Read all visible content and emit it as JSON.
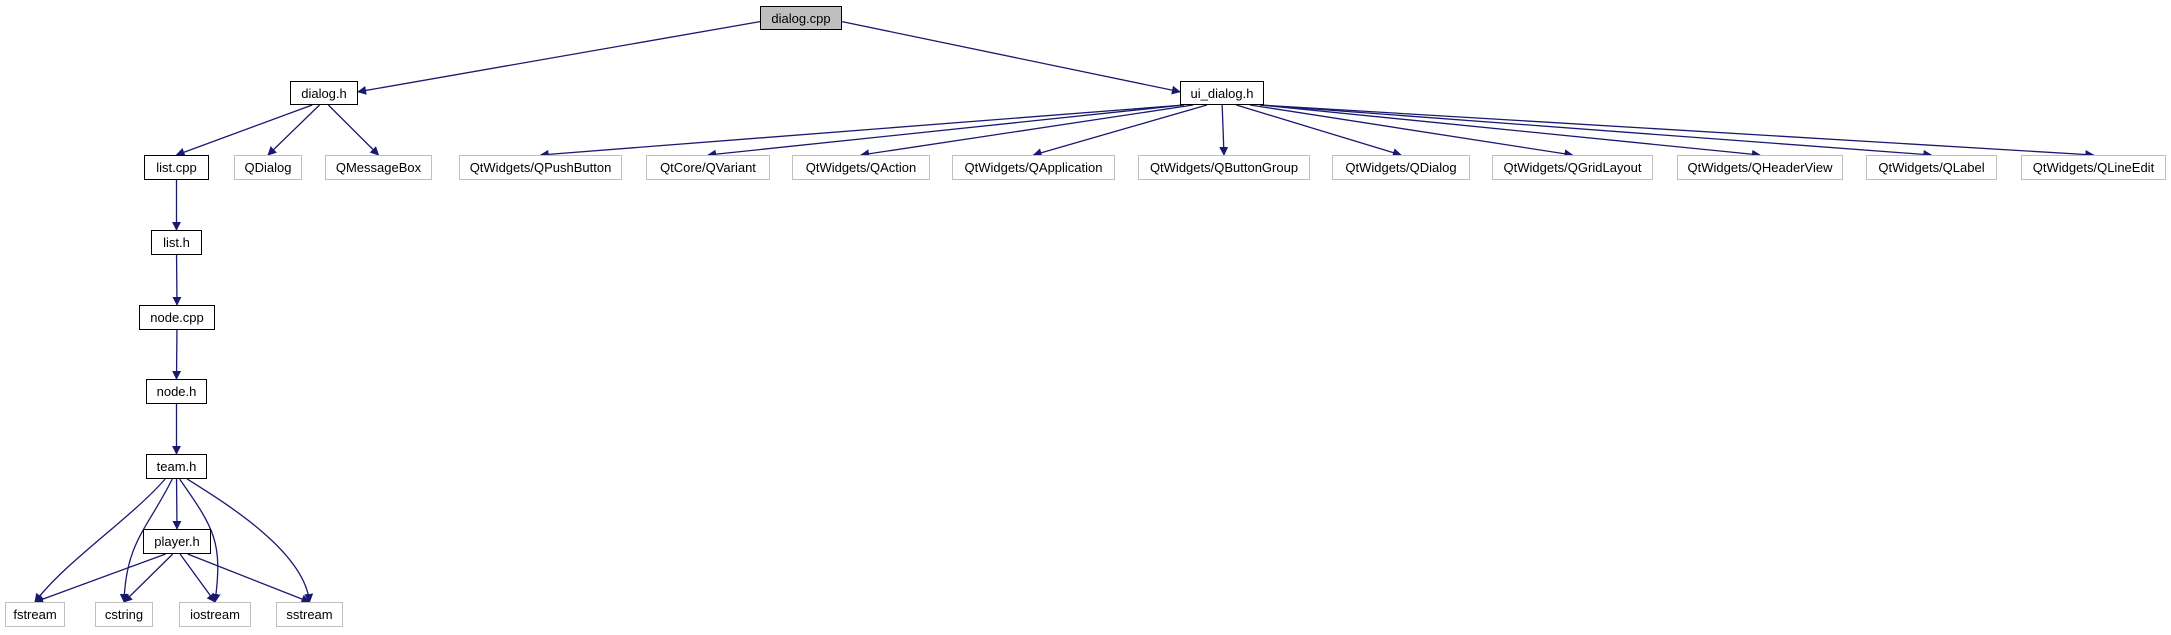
{
  "diagram": {
    "colors": {
      "edge": "#191970",
      "internal_border": "#000000",
      "external_border": "#bfbfbf",
      "root_fill": "#bfbfbf",
      "node_fill": "#ffffff"
    },
    "nodes": [
      {
        "id": "dialog-cpp",
        "label": "dialog.cpp",
        "kind": "root"
      },
      {
        "id": "dialog-h",
        "label": "dialog.h",
        "kind": "internal"
      },
      {
        "id": "ui-dialog-h",
        "label": "ui_dialog.h",
        "kind": "internal"
      },
      {
        "id": "list-cpp",
        "label": "list.cpp",
        "kind": "internal"
      },
      {
        "id": "qdialog",
        "label": "QDialog",
        "kind": "external"
      },
      {
        "id": "qmessagebox",
        "label": "QMessageBox",
        "kind": "external"
      },
      {
        "id": "qtwidgets-qpushbutton",
        "label": "QtWidgets/QPushButton",
        "kind": "external"
      },
      {
        "id": "qtcore-qvariant",
        "label": "QtCore/QVariant",
        "kind": "external"
      },
      {
        "id": "qtwidgets-qaction",
        "label": "QtWidgets/QAction",
        "kind": "external"
      },
      {
        "id": "qtwidgets-qapplication",
        "label": "QtWidgets/QApplication",
        "kind": "external"
      },
      {
        "id": "qtwidgets-qbuttongroup",
        "label": "QtWidgets/QButtonGroup",
        "kind": "external"
      },
      {
        "id": "qtwidgets-qdialog",
        "label": "QtWidgets/QDialog",
        "kind": "external"
      },
      {
        "id": "qtwidgets-qgridlayout",
        "label": "QtWidgets/QGridLayout",
        "kind": "external"
      },
      {
        "id": "qtwidgets-qheaderview",
        "label": "QtWidgets/QHeaderView",
        "kind": "external"
      },
      {
        "id": "qtwidgets-qlabel",
        "label": "QtWidgets/QLabel",
        "kind": "external"
      },
      {
        "id": "qtwidgets-qlineedit",
        "label": "QtWidgets/QLineEdit",
        "kind": "external"
      },
      {
        "id": "list-h",
        "label": "list.h",
        "kind": "internal"
      },
      {
        "id": "node-cpp",
        "label": "node.cpp",
        "kind": "internal"
      },
      {
        "id": "node-h",
        "label": "node.h",
        "kind": "internal"
      },
      {
        "id": "team-h",
        "label": "team.h",
        "kind": "internal"
      },
      {
        "id": "player-h",
        "label": "player.h",
        "kind": "internal"
      },
      {
        "id": "fstream",
        "label": "fstream",
        "kind": "external"
      },
      {
        "id": "cstring",
        "label": "cstring",
        "kind": "external"
      },
      {
        "id": "iostream",
        "label": "iostream",
        "kind": "external"
      },
      {
        "id": "sstream",
        "label": "sstream",
        "kind": "external"
      }
    ],
    "edges": [
      {
        "from": "dialog-cpp",
        "to": "dialog-h"
      },
      {
        "from": "dialog-cpp",
        "to": "ui-dialog-h"
      },
      {
        "from": "dialog-h",
        "to": "list-cpp"
      },
      {
        "from": "dialog-h",
        "to": "qdialog"
      },
      {
        "from": "dialog-h",
        "to": "qmessagebox"
      },
      {
        "from": "ui-dialog-h",
        "to": "qtwidgets-qpushbutton"
      },
      {
        "from": "ui-dialog-h",
        "to": "qtcore-qvariant"
      },
      {
        "from": "ui-dialog-h",
        "to": "qtwidgets-qaction"
      },
      {
        "from": "ui-dialog-h",
        "to": "qtwidgets-qapplication"
      },
      {
        "from": "ui-dialog-h",
        "to": "qtwidgets-qbuttongroup"
      },
      {
        "from": "ui-dialog-h",
        "to": "qtwidgets-qdialog"
      },
      {
        "from": "ui-dialog-h",
        "to": "qtwidgets-qgridlayout"
      },
      {
        "from": "ui-dialog-h",
        "to": "qtwidgets-qheaderview"
      },
      {
        "from": "ui-dialog-h",
        "to": "qtwidgets-qlabel"
      },
      {
        "from": "ui-dialog-h",
        "to": "qtwidgets-qlineedit"
      },
      {
        "from": "list-cpp",
        "to": "list-h"
      },
      {
        "from": "list-h",
        "to": "node-cpp"
      },
      {
        "from": "node-cpp",
        "to": "node-h"
      },
      {
        "from": "node-h",
        "to": "team-h"
      },
      {
        "from": "team-h",
        "to": "player-h"
      },
      {
        "from": "team-h",
        "to": "fstream"
      },
      {
        "from": "team-h",
        "to": "cstring"
      },
      {
        "from": "team-h",
        "to": "iostream"
      },
      {
        "from": "team-h",
        "to": "sstream"
      },
      {
        "from": "player-h",
        "to": "fstream"
      },
      {
        "from": "player-h",
        "to": "cstring"
      },
      {
        "from": "player-h",
        "to": "iostream"
      },
      {
        "from": "player-h",
        "to": "sstream"
      }
    ]
  }
}
